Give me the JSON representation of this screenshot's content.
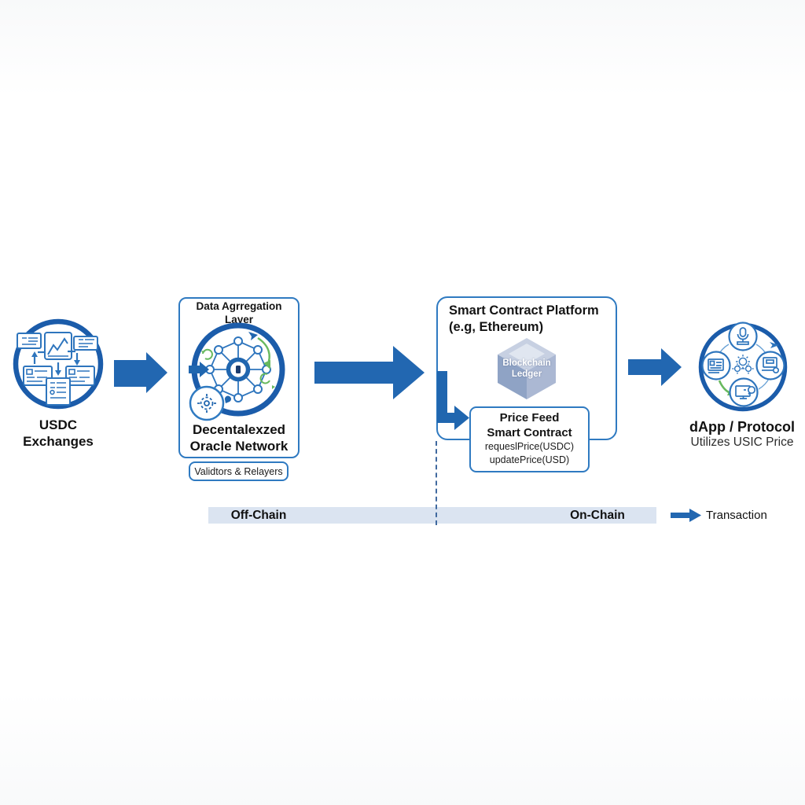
{
  "diagram": {
    "nodes": {
      "exchanges": {
        "label_line1": "USDC",
        "label_line2": "Exchanges"
      },
      "aggregation": {
        "header_line1": "Data Agrregation",
        "header_line2": "Layer",
        "label_line1": "Decentalexzed",
        "label_line2": "Oracle Network",
        "badge": "Validtors & Relayers"
      },
      "platform": {
        "title_line1": "Smart Contract Platform",
        "title_line2": "(e.g, Ethereum)",
        "cube_line1": "Blockchain",
        "cube_line2": "Ledger",
        "contract": {
          "title_line1": "Price Feed",
          "title_line2": "Smart Contract",
          "fn1": "requeslPrice(USDC)",
          "fn2": "updatePrice(USD)"
        }
      },
      "dapp": {
        "label_line1": "dApp / Protocol",
        "label_line2": "Utilizes USIC Price"
      }
    },
    "zones": {
      "off_chain": "Off-Chain",
      "on_chain": "On-Chain"
    },
    "legend": {
      "label": "Transaction"
    },
    "icons": {
      "exchanges_circle": "document-cards-and-price-chart",
      "aggregation_circle": "oracle-node-mesh",
      "aggregation_subcircle": "gear-chip",
      "platform_icon": "blockchain-cube",
      "dapp_circle": [
        "microphone",
        "document",
        "computer",
        "monitor-chat",
        "gears",
        "green-arrow",
        "plane"
      ]
    },
    "colors": {
      "arrow_blue": "#2267b1",
      "circle_border_blue": "#1b5caa",
      "box_border_blue": "#2f7ac1",
      "icon_stroke_blue": "#2e75bd",
      "green_accent": "#68b95e",
      "zone_bar": "#dbe4f1",
      "cube_top": "#c7d0e2",
      "cube_left": "#8fa3c5",
      "cube_right": "#abb8d3",
      "dashed_line": "#40699f",
      "text": "#141414"
    }
  }
}
